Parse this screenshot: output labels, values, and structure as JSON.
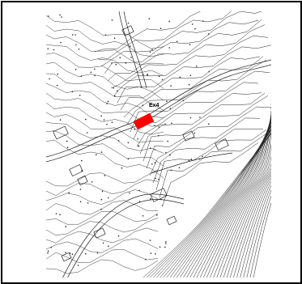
{
  "map": {
    "site_label": "Ex4",
    "colors": {
      "contour": "#222222",
      "site_marker": "#ff0000",
      "frame": "#000000",
      "background": "#ffffff"
    },
    "icons": {
      "site_marker": "red-building-marker",
      "tree_dot": "tree-dot"
    }
  }
}
